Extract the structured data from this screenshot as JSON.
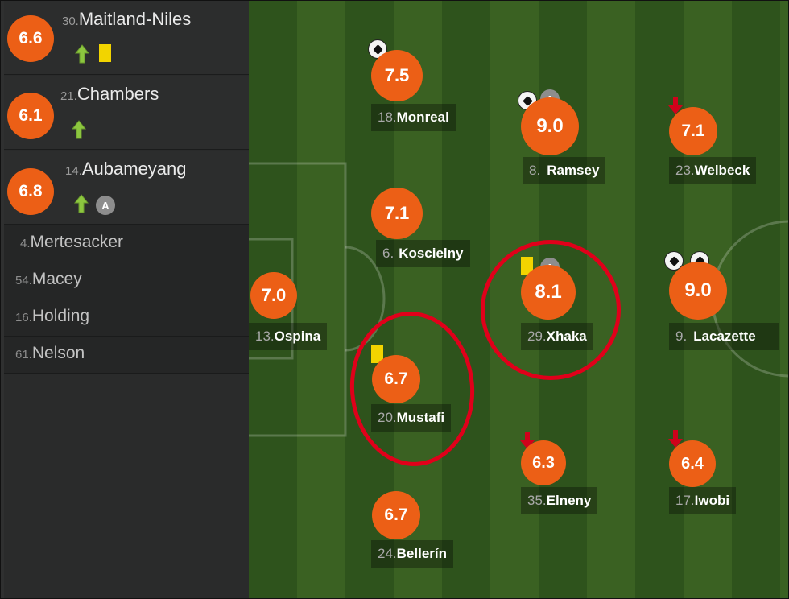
{
  "colors": {
    "rating_bg": "#ec5f16",
    "pitch_dark": "#2e531c",
    "pitch_light": "#3a6122",
    "sidebar_bg": "#2a2b2b",
    "annotation": "#e0001a",
    "yellow_card": "#f2d400",
    "sub_on_arrow": "#8cc63f",
    "sub_off_arrow": "#d0021b"
  },
  "substitutes": [
    {
      "number": "30.",
      "name": "Maitland-Niles",
      "rating": "6.6",
      "icons": [
        "sub-on-arrow-icon",
        "yellow-card-icon"
      ]
    },
    {
      "number": "21.",
      "name": "Chambers",
      "rating": "6.1",
      "icons": [
        "sub-on-arrow-icon"
      ]
    },
    {
      "number": "14.",
      "name": "Aubameyang",
      "rating": "6.8",
      "icons": [
        "sub-on-arrow-icon",
        "assist-badge-icon"
      ]
    }
  ],
  "bench": [
    {
      "number": "4.",
      "name": "Mertesacker"
    },
    {
      "number": "54.",
      "name": "Macey"
    },
    {
      "number": "16.",
      "name": "Holding"
    },
    {
      "number": "61.",
      "name": "Nelson"
    }
  ],
  "assist_label": "A",
  "players": [
    {
      "key": "ospina",
      "number": "13.",
      "name": "Ospina",
      "rating": "7.0"
    },
    {
      "key": "monreal",
      "number": "18.",
      "name": "Monreal",
      "rating": "7.5",
      "icons": [
        "goal-ball-icon"
      ]
    },
    {
      "key": "koscielny",
      "number": "6.",
      "name": "Koscielny",
      "rating": "7.1"
    },
    {
      "key": "mustafi",
      "number": "20.",
      "name": "Mustafi",
      "rating": "6.7",
      "icons": [
        "yellow-card-icon"
      ]
    },
    {
      "key": "bellerin",
      "number": "24.",
      "name": "Bellerín",
      "rating": "6.7"
    },
    {
      "key": "ramsey",
      "number": "8.",
      "name": "Ramsey",
      "rating": "9.0",
      "icons": [
        "goal-ball-icon",
        "assist-badge-icon"
      ]
    },
    {
      "key": "xhaka",
      "number": "29.",
      "name": "Xhaka",
      "rating": "8.1",
      "icons": [
        "yellow-card-icon",
        "assist-badge-icon"
      ]
    },
    {
      "key": "elneny",
      "number": "35.",
      "name": "Elneny",
      "rating": "6.3",
      "icons": [
        "sub-off-arrow-icon"
      ]
    },
    {
      "key": "welbeck",
      "number": "23.",
      "name": "Welbeck",
      "rating": "7.1",
      "icons": [
        "sub-off-arrow-icon"
      ]
    },
    {
      "key": "lacazette",
      "number": "9.",
      "name": "Lacazette",
      "rating": "9.0",
      "icons": [
        "goal-ball-icon",
        "goal-ball-icon"
      ]
    },
    {
      "key": "iwobi",
      "number": "17.",
      "name": "Iwobi",
      "rating": "6.4",
      "icons": [
        "sub-off-arrow-icon"
      ]
    }
  ]
}
